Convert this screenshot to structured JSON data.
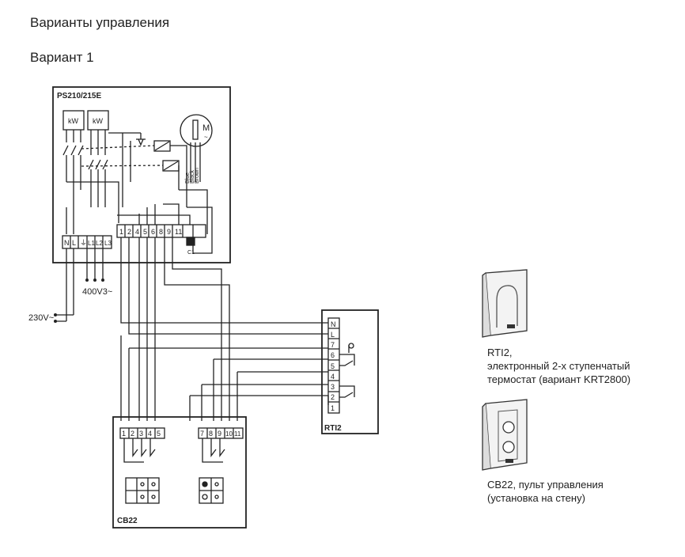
{
  "headings": {
    "title": "Варианты управления",
    "variant": "Вариант 1"
  },
  "ps_box": {
    "label": "PS210/215E",
    "kw1": "kW",
    "kw2": "kW",
    "motor": "M",
    "motor_sub": "~",
    "wires": [
      "Blue",
      "Black",
      "Brown"
    ],
    "terminals_left": [
      "N",
      "L",
      "⏚",
      "L1",
      "L2",
      "L3"
    ],
    "terminals_right": [
      "1",
      "2",
      "4",
      "5",
      "6",
      "8",
      "9",
      "11"
    ],
    "capacitor": "C1"
  },
  "supply": {
    "three_phase": "400V3~",
    "single_phase": "230V~"
  },
  "rti2_box": {
    "label": "RTI2",
    "terminals": [
      "N",
      "L",
      "7",
      "6",
      "5",
      "4",
      "3",
      "2",
      "1"
    ]
  },
  "cb22_box": {
    "label": "CB22",
    "terminals_a": [
      "1",
      "2",
      "3",
      "4",
      "5"
    ],
    "terminals_b": [
      "7",
      "8",
      "9",
      "10",
      "11"
    ]
  },
  "devices": {
    "rti2": {
      "line1": "RTI2,",
      "line2": "электронный 2-х ступенчатый",
      "line3": "термостат (вариант KRT2800)"
    },
    "cb22": {
      "line1": "CB22, пульт управления",
      "line2": "(установка на стену)"
    }
  }
}
